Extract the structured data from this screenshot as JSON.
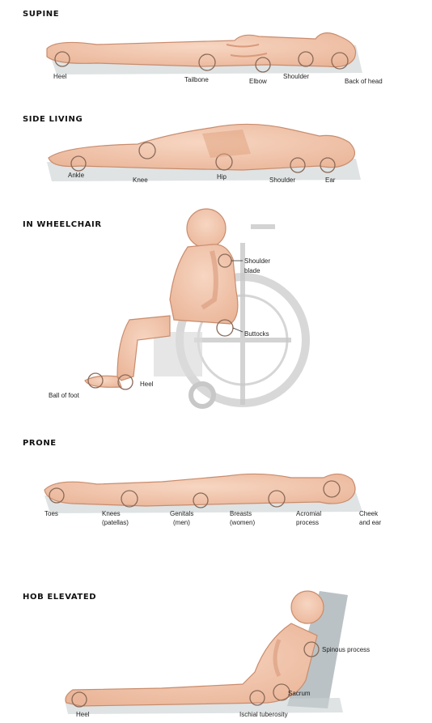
{
  "sections": [
    {
      "title": "SUPINE",
      "labels": [
        "Heel",
        "Tailbone",
        "Elbow",
        "Shoulder",
        "Back of head"
      ]
    },
    {
      "title": "SIDE LIVING",
      "labels": [
        "Ankle",
        "Knee",
        "Hip",
        "Shoulder",
        "Ear"
      ]
    },
    {
      "title": "IN WHEELCHAIR",
      "labels": [
        "Shoulder",
        "blade",
        "Buttocks",
        "Heel",
        "Ball of foot"
      ]
    },
    {
      "title": "PRONE",
      "labels": [
        "Toes",
        "Knees",
        "(patellas)",
        "Genitals",
        "(men)",
        "Breasts",
        "(women)",
        "Acromial",
        "process",
        "Cheek",
        "and ear"
      ]
    },
    {
      "title": "HOB ELEVATED",
      "labels": [
        "Spinous process",
        "Sacrum",
        "Heel",
        "Ischial tuberosity"
      ]
    }
  ],
  "colors": {
    "skin": "#f2c7ac",
    "skin_dark": "#d99a7b",
    "outline": "#c98c6d",
    "bone": "#e0a07c",
    "pressure_ring": "#8a6a58",
    "surface": "#c9d0d2",
    "wheelchair": "#c8c8c8"
  }
}
